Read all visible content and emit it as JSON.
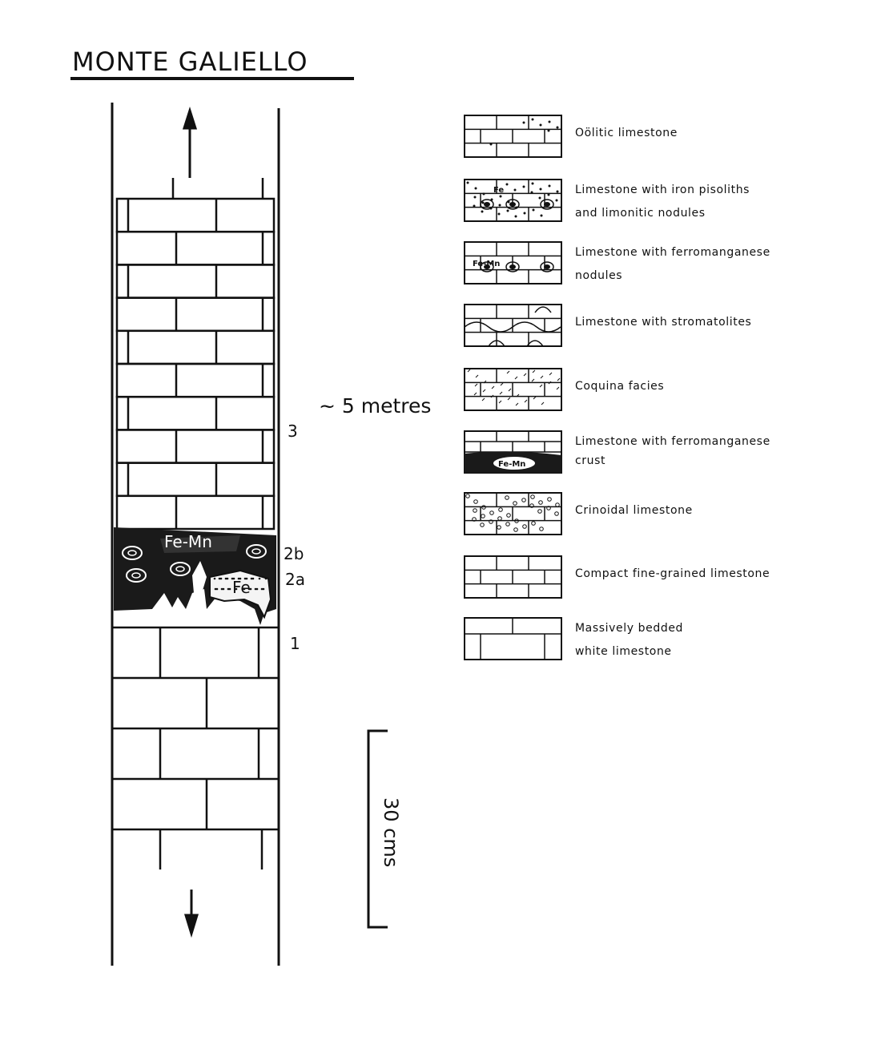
{
  "title": "MONTE GALIELLO",
  "thickness_note": "~ 5 metres",
  "scale_bar": "30 cms",
  "horizon_labels": {
    "h3": "3",
    "h2b": "2b",
    "h2a": "2a",
    "h1": "1"
  },
  "column_labels": {
    "fe_mn": "Fe-Mn",
    "fe": "Fe"
  },
  "legend": [
    {
      "label": "Oölitic limestone",
      "pattern": "oolitic"
    },
    {
      "label": "Limestone with iron pisoliths",
      "label2": "and limonitic nodules",
      "pattern": "iron",
      "tag": "Fe"
    },
    {
      "label": "Limestone with ferromanganese",
      "label2": "nodules",
      "pattern": "femn-nodules",
      "tag": "Fe-Mn"
    },
    {
      "label": "Limestone with stromatolites",
      "pattern": "stromatolites"
    },
    {
      "label": "Coquina facies",
      "pattern": "coquina"
    },
    {
      "label": "Limestone with ferromanganese",
      "label2": "crust",
      "pattern": "crust",
      "tag": "Fe-Mn"
    },
    {
      "label": "Crinoidal limestone",
      "pattern": "crinoidal"
    },
    {
      "label": "Compact fine-grained limestone",
      "pattern": "compact"
    },
    {
      "label": "Massively bedded",
      "label2": "white limestone",
      "pattern": "massive"
    }
  ]
}
